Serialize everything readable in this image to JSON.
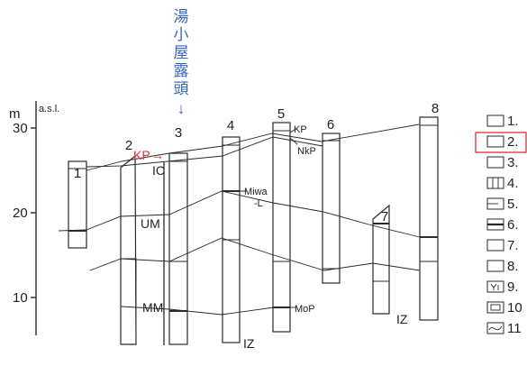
{
  "title": {
    "chars": [
      "湯",
      "小",
      "屋",
      "露",
      "頭"
    ],
    "arrow": "↓",
    "color": "#3366cc"
  },
  "axis": {
    "unit": "m",
    "unit_suffix": "a.s.l.",
    "ticks": [
      "30",
      "20",
      "10"
    ]
  },
  "columns": [
    "1",
    "2",
    "3",
    "4",
    "5",
    "6",
    "7",
    "8"
  ],
  "unit_labels": {
    "kp_red": "KP",
    "kp_arrow": "→",
    "ic": "IC",
    "um": "UM",
    "mm": "MM",
    "miwa_1": "Miwa",
    "miwa_2": "-L",
    "kp": "KP",
    "nkp": "NkP",
    "mop": "MoP",
    "iz_1": "IZ",
    "iz_2": "IZ"
  },
  "legend": [
    {
      "label": "1."
    },
    {
      "label": "2.",
      "highlighted": true
    },
    {
      "label": "3."
    },
    {
      "label": "4."
    },
    {
      "label": "5."
    },
    {
      "label": "6."
    },
    {
      "label": "7."
    },
    {
      "label": "8."
    },
    {
      "label": "9."
    },
    {
      "label": "10"
    },
    {
      "label": "11"
    }
  ],
  "colors": {
    "highlight": "#e03030",
    "ink": "#2a2a2a"
  }
}
